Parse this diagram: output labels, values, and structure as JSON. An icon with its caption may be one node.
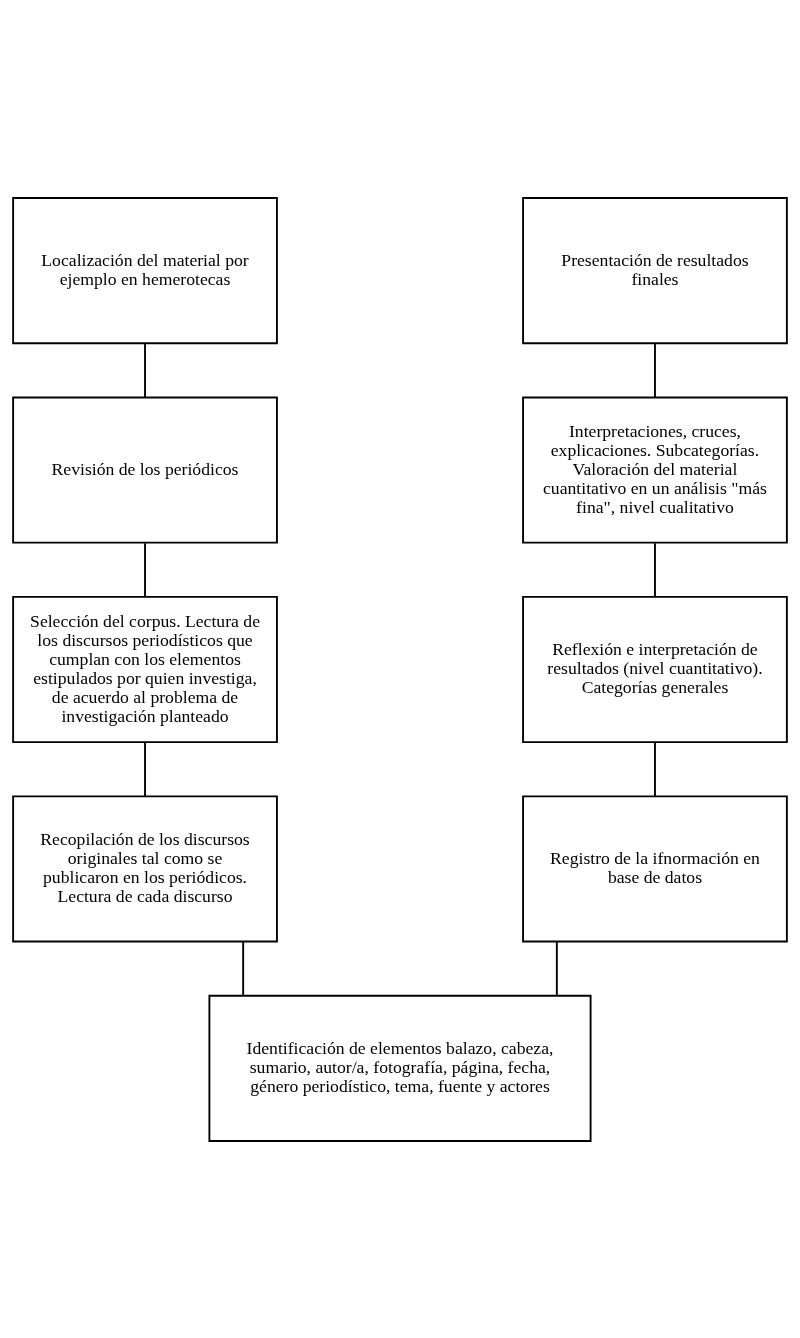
{
  "diagram": {
    "nodes": [
      {
        "text": [
          "Localización del material por ejemplo en hemerotecas"
        ]
      },
      {
        "text": [
          "Revisión de los periódicos"
        ]
      },
      {
        "text": [
          "Selección del corpus. Lectura de los discursos periodísticos que cumplan con los elementos estipulados por quien investiga, de acuerdo al problema de investigación planteado"
        ]
      },
      {
        "text": [
          "Recopilación de los discursos originales tal como se publicaron en los periódicos. Lectura de cada discurso"
        ]
      },
      {
        "text": [
          "Presentación de resultados finales"
        ]
      },
      {
        "text": [
          "Interpretaciones, cruces, explicaciones. Subcategorías. Valoración del material cuantitativo en un análisis \"más fina\", nivel cualitativo"
        ]
      },
      {
        "text": [
          "Reflexión e interpretación de resultados (nivel cuantitativo). Categorías generales"
        ]
      },
      {
        "text": [
          "Registro de la ifnormación en base de datos"
        ]
      },
      {
        "text": [
          "Identificación de elementos balazo, cabeza, sumario, autor/a, fotografía, página, fecha, género periodístico, tema, fuente y actores"
        ]
      }
    ],
    "edges": [
      {
        "from": 0,
        "to": 1,
        "arrow": "none"
      },
      {
        "from": 1,
        "to": 2,
        "arrow": "none"
      },
      {
        "from": 2,
        "to": 3,
        "arrow": "none"
      },
      {
        "from": 3,
        "to": 8,
        "arrow": "none"
      },
      {
        "from": 7,
        "to": 8,
        "arrow": "none"
      },
      {
        "from": 6,
        "to": 7,
        "arrow": "none"
      },
      {
        "from": 5,
        "to": 6,
        "arrow": "none"
      },
      {
        "from": 4,
        "to": 5,
        "arrow": "none"
      }
    ]
  }
}
